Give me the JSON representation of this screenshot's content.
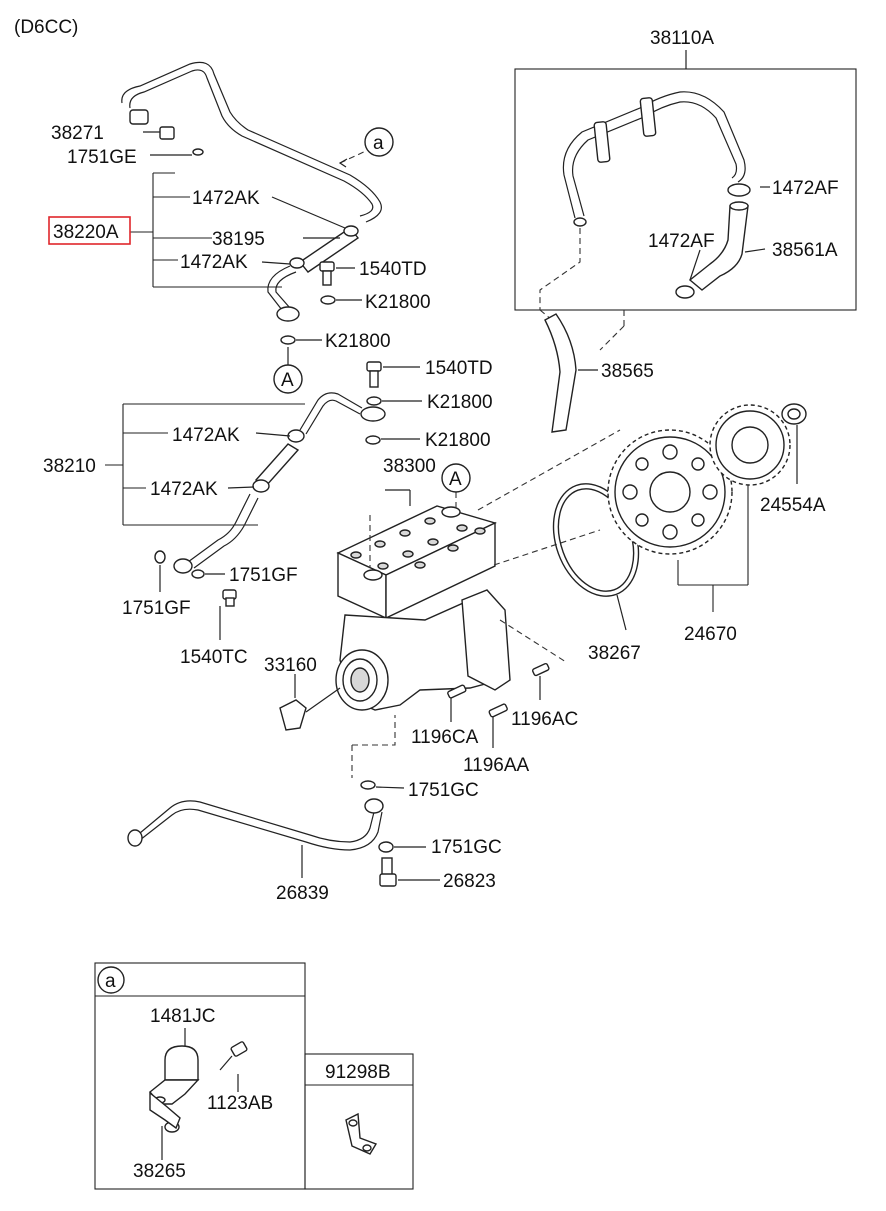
{
  "engine": "(D6CC)",
  "highlighted_part": "38220A",
  "labels": {
    "p38110A": "38110A",
    "p38271": "38271",
    "p1751GE": "1751GE",
    "p1472AK_a": "1472AK",
    "p38220A": "38220A",
    "p38195": "38195",
    "p1472AK_b": "1472AK",
    "p1540TD_a": "1540TD",
    "pK21800_a": "K21800",
    "pK21800_b": "K21800",
    "p1540TD_b": "1540TD",
    "pK21800_c": "K21800",
    "pK21800_d": "K21800",
    "p1472AF_a": "1472AF",
    "p1472AF_b": "1472AF",
    "p38561A": "38561A",
    "p38565": "38565",
    "p1472AK_c": "1472AK",
    "p38210": "38210",
    "p1472AK_d": "1472AK",
    "p38300": "38300",
    "p24554A": "24554A",
    "p1751GF_a": "1751GF",
    "p1751GF_b": "1751GF",
    "p1540TC": "1540TC",
    "p38267": "38267",
    "p24670": "24670",
    "p33160": "33160",
    "p1196AC": "1196AC",
    "p1196CA": "1196CA",
    "p1196AA": "1196AA",
    "p1751GC_a": "1751GC",
    "p1751GC_b": "1751GC",
    "p26823": "26823",
    "p26839": "26839",
    "p1481JC": "1481JC",
    "p1123AB": "1123AB",
    "p38265": "38265",
    "p91298B": "91298B"
  },
  "markers": {
    "a_circle": "a",
    "A_circle": "A",
    "inset_a": "a"
  }
}
